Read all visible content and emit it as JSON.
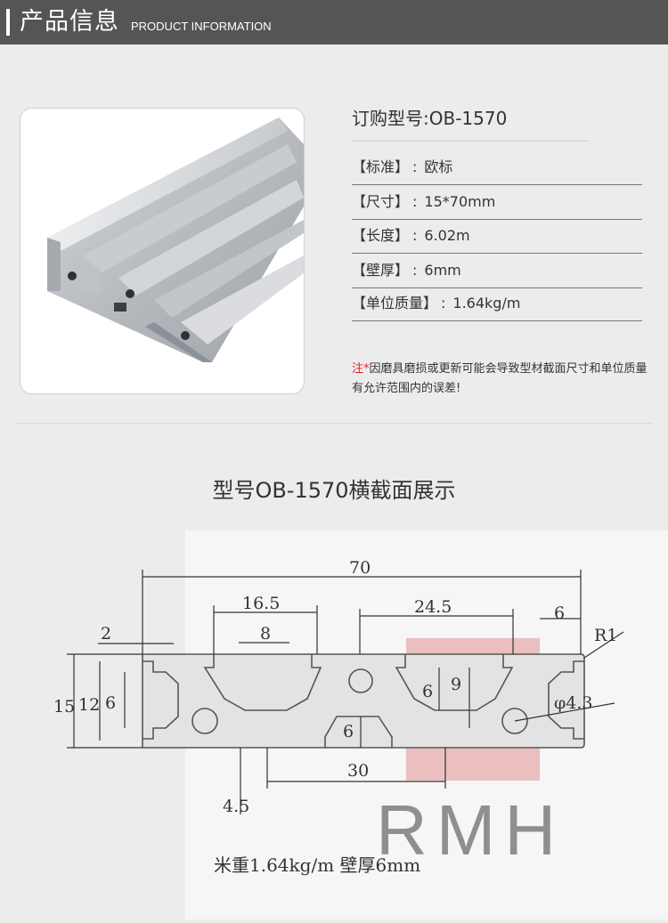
{
  "header": {
    "title": "产品信息",
    "subtitle": "PRODUCT INFORMATION"
  },
  "order": {
    "label": "订购型号:OB-1570"
  },
  "specs": [
    {
      "key": "【标准】",
      "sep": ":",
      "value": "欧标"
    },
    {
      "key": "【尺寸】",
      "sep": ":",
      "value": "15*70mm"
    },
    {
      "key": "【长度】",
      "sep": ":",
      "value": "6.02m"
    },
    {
      "key": "【壁厚】",
      "sep": ":",
      "value": "6mm"
    },
    {
      "key": "【单位质量】",
      "sep": ":",
      "value": "1.64kg/m"
    }
  ],
  "note": {
    "mark": "注*",
    "text": "因磨具磨损或更新可能会导致型材截面尺寸和单位质量有允许范围内的误差!"
  },
  "section": {
    "title": "型号OB-1570横截面展示"
  },
  "drawing": {
    "dims": {
      "overall": "70",
      "left_slot": "16.5",
      "right_span": "24.5",
      "right_end": "6",
      "edge": "2",
      "slot_open": "8",
      "radius": "R1",
      "height": "15",
      "inner_height": "12",
      "slot_depth_left": "6",
      "slot_depth_right": "6",
      "slot_depth_right_b": "9",
      "hole": "φ4.3",
      "bottom_slot_depth": "6",
      "bottom_span": "30",
      "groove": "4.5"
    }
  },
  "watermark": {
    "text": "RMH"
  },
  "footer": {
    "weight": "米重1.64kg/m  壁厚6mm"
  },
  "colors": {
    "header_bg": "#555555",
    "note_mark": "#e02020",
    "seal": "#e9b1b1"
  }
}
